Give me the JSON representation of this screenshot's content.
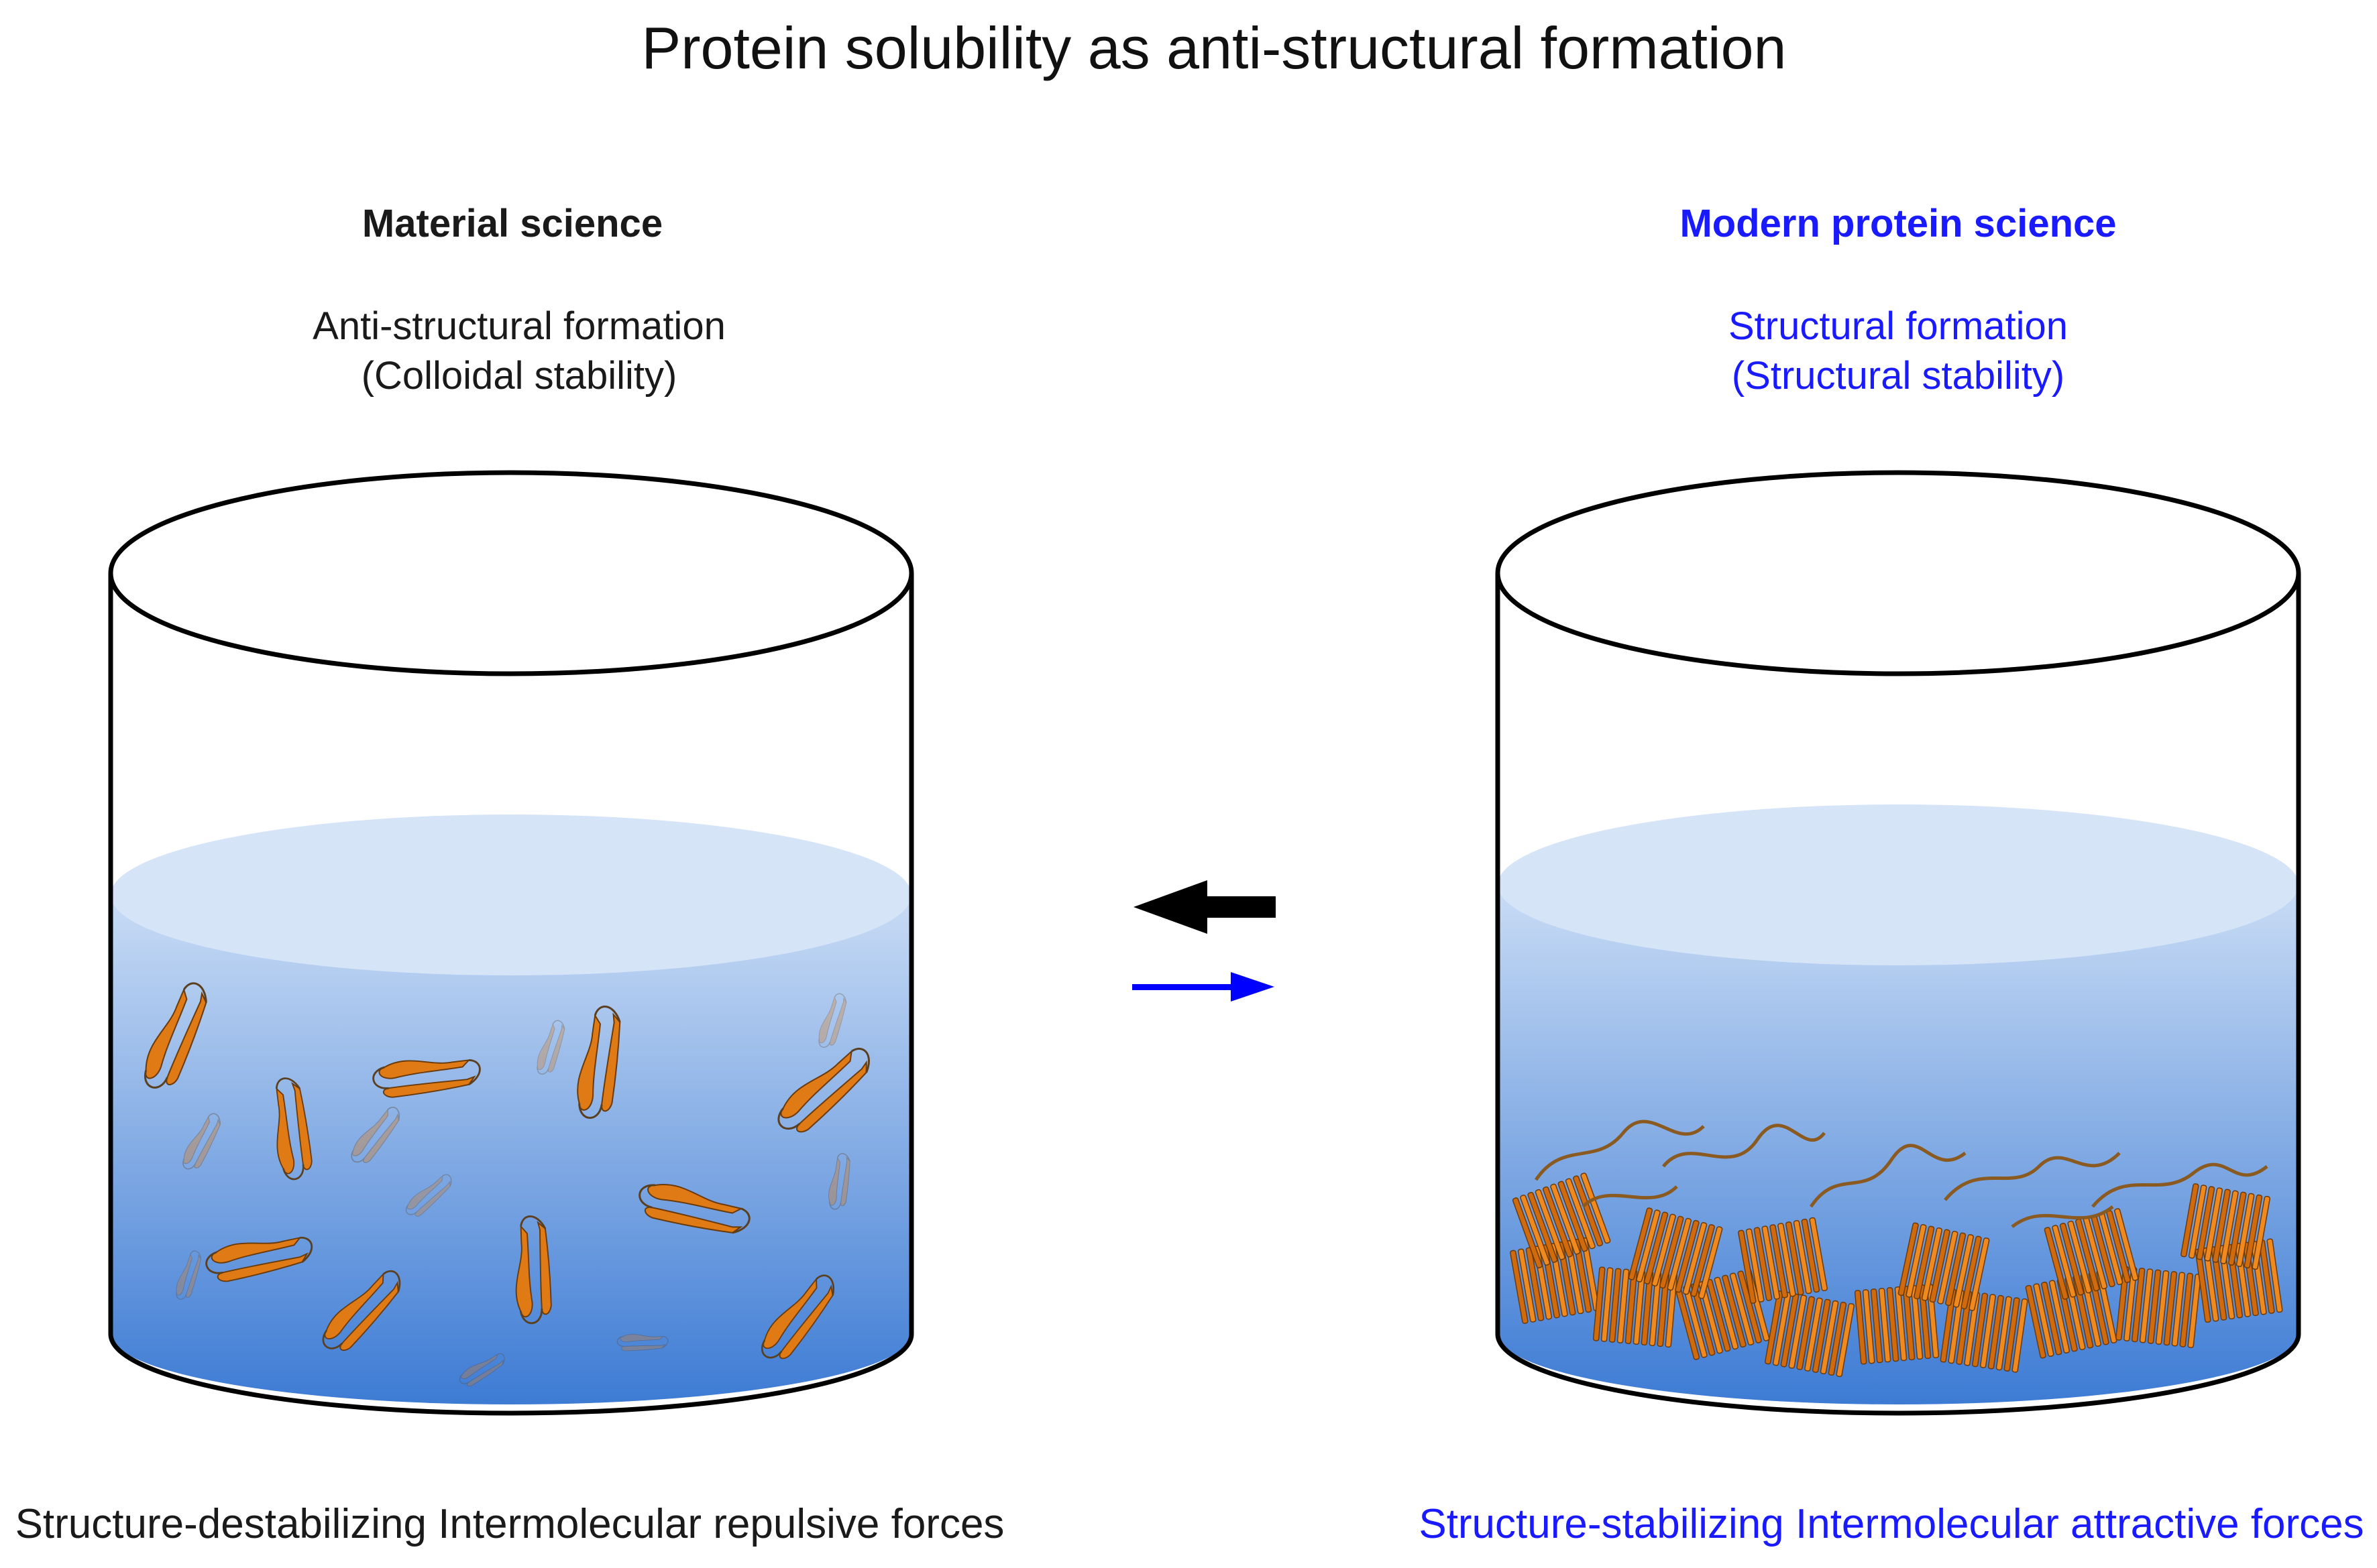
{
  "title": "Protein solubility as anti-structural formation",
  "left_panel": {
    "heading": "Material science",
    "subtitle_line1": "Anti-structural formation",
    "subtitle_line2": "(Colloidal stability)",
    "footer": "Structure-destabilizing Intermolecular repulsive forces",
    "text_color": "#1a1a1a"
  },
  "right_panel": {
    "heading": "Modern protein science",
    "subtitle_line1": "Structural formation",
    "subtitle_line2": "(Structural stability)",
    "footer": "Structure-stabilizing Intermolecular attractive forces",
    "text_color": "#1a1aff"
  },
  "arrows": {
    "left_arrow_color": "#000000",
    "right_arrow_color": "#0000ff"
  },
  "colors": {
    "liquid_top": "#d6e4f8",
    "liquid_bottom": "#3d7bd4",
    "protein": "#e07a14"
  }
}
